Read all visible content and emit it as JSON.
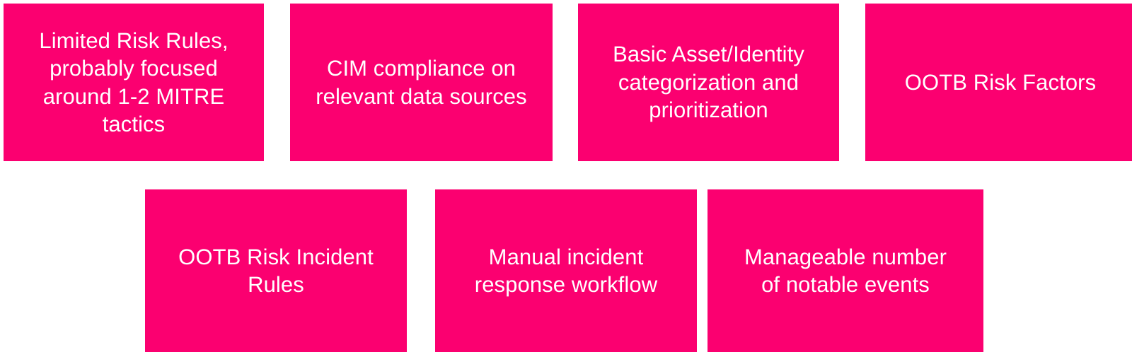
{
  "page": {
    "background_color": "#ffffff",
    "box_color": "#fb0070",
    "text_color": "#ffffff",
    "layout": "two-row-grid-of-callout-boxes"
  },
  "rows": [
    {
      "name": "row-1",
      "boxes": [
        {
          "id": "box-1",
          "text": "Limited Risk Rules,\nprobably focused\naround 1-2 MITRE\ntactics"
        },
        {
          "id": "box-2",
          "text": "CIM compliance on\nrelevant data sources"
        },
        {
          "id": "box-3",
          "text": "Basic Asset/Identity\ncategorization and\nprioritization"
        },
        {
          "id": "box-4",
          "text": "OOTB Risk Factors"
        }
      ]
    },
    {
      "name": "row-2",
      "boxes": [
        {
          "id": "box-5",
          "text": "OOTB Risk Incident\nRules"
        },
        {
          "id": "box-6",
          "text": "Manual incident\nresponse workflow"
        },
        {
          "id": "box-7",
          "text": "Manageable number\nof notable events"
        }
      ]
    }
  ]
}
